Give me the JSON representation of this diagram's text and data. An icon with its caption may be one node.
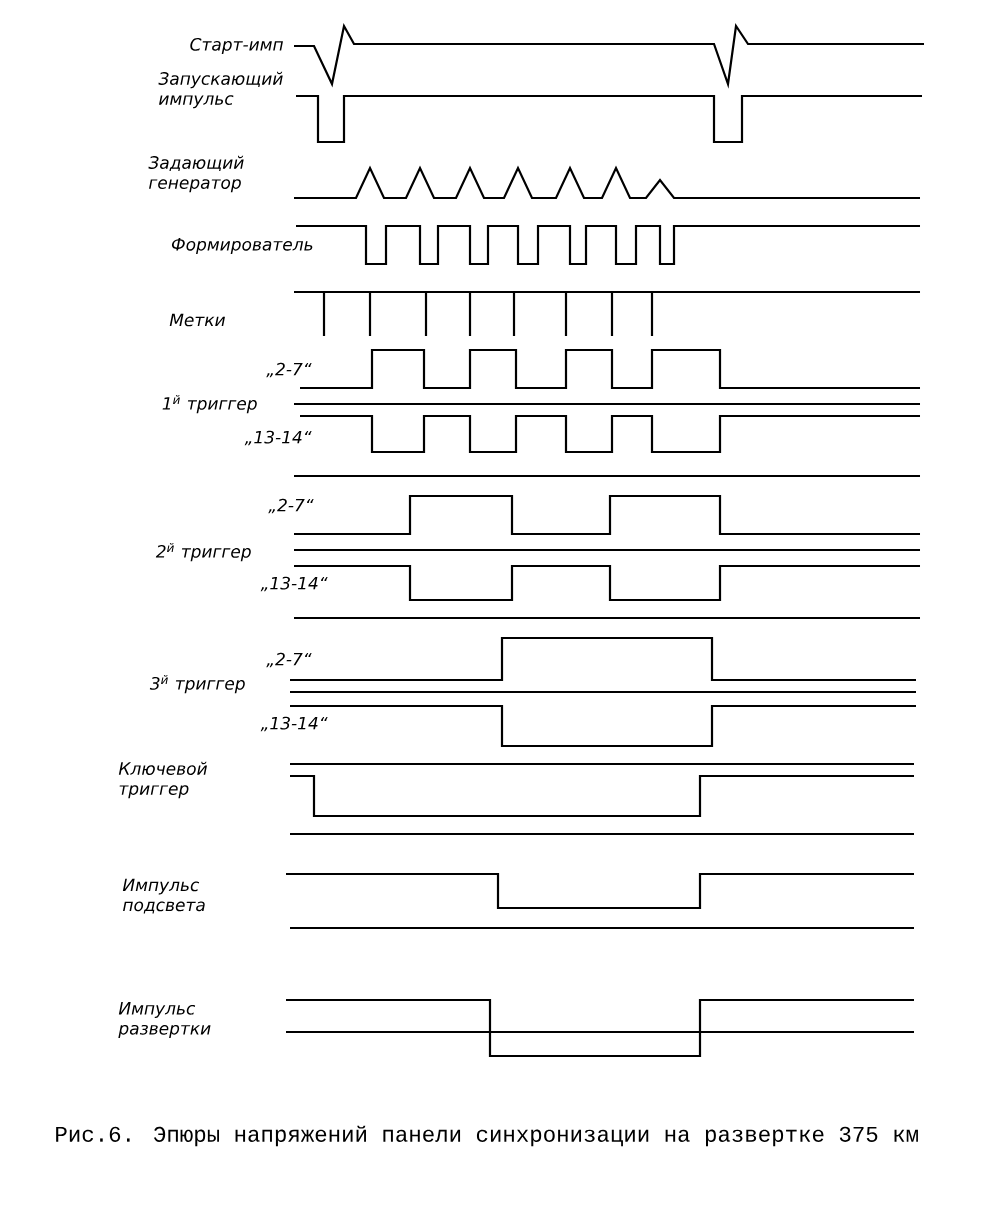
{
  "diagram": {
    "caption": "Рис.6. Эпюры напряжений панели синхронизации на развертке 375 км",
    "labels": [
      "Старт-имп",
      "Запускающий импульс",
      "Задающий генератор",
      "Формирователь",
      "Метки",
      "„2-7“",
      "1$^{й}$ триггер",
      "„13-14“",
      "„2-7“",
      "2$^{й}$ триггер",
      "„13-14“",
      "„2-7“",
      "3$^{й}$ триггер",
      "„13-14“",
      "Ключевой триггер",
      "Импульс подсвета",
      "Импульс развертки"
    ]
  }
}
